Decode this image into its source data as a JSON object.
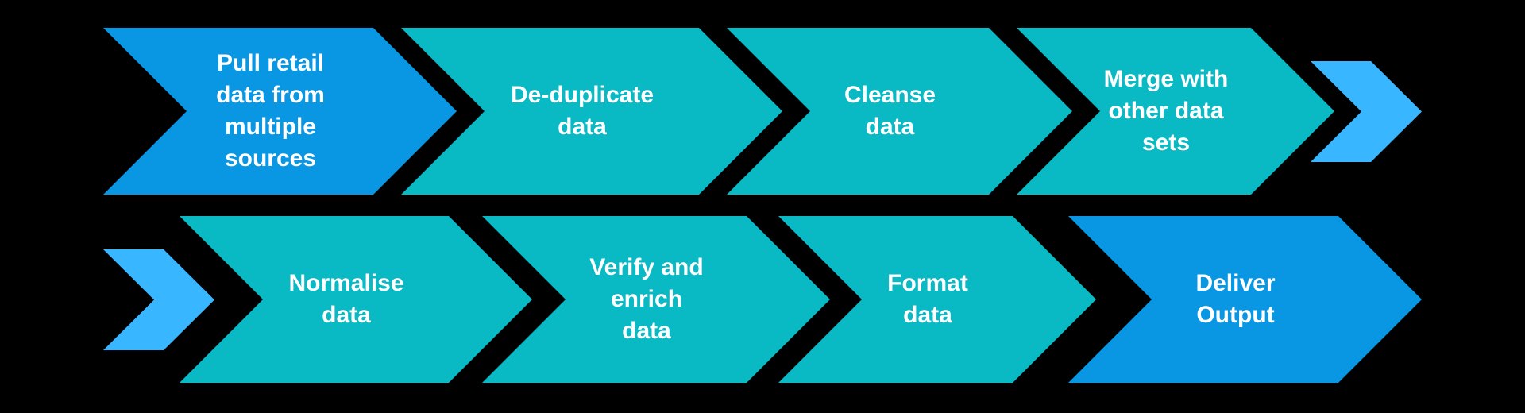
{
  "canvas": {
    "background": "#000000"
  },
  "palette": {
    "primary_blue": "#0996e3",
    "teal": "#09b9c4",
    "light_blue": "#38b6ff",
    "text": "#ffffff"
  },
  "flow": {
    "rows": [
      {
        "steps": [
          {
            "id": "pull-retail-data",
            "label": "Pull retail\ndata from\nmultiple\nsources",
            "color": "#0996e3"
          },
          {
            "id": "de-duplicate-data",
            "label": "De-duplicate\ndata",
            "color": "#09b9c4"
          },
          {
            "id": "cleanse-data",
            "label": "Cleanse\ndata",
            "color": "#09b9c4"
          },
          {
            "id": "merge-data-sets",
            "label": "Merge with\nother data\nsets",
            "color": "#09b9c4"
          }
        ],
        "connector_color": "#38b6ff"
      },
      {
        "steps": [
          {
            "id": "normalise-data",
            "label": "Normalise\ndata",
            "color": "#09b9c4"
          },
          {
            "id": "verify-enrich-data",
            "label": "Verify and\nenrich\ndata",
            "color": "#09b9c4"
          },
          {
            "id": "format-data",
            "label": "Format\ndata",
            "color": "#09b9c4"
          },
          {
            "id": "deliver-output",
            "label": "Deliver\nOutput",
            "color": "#0996e3"
          }
        ],
        "connector_color": "#38b6ff"
      }
    ]
  }
}
